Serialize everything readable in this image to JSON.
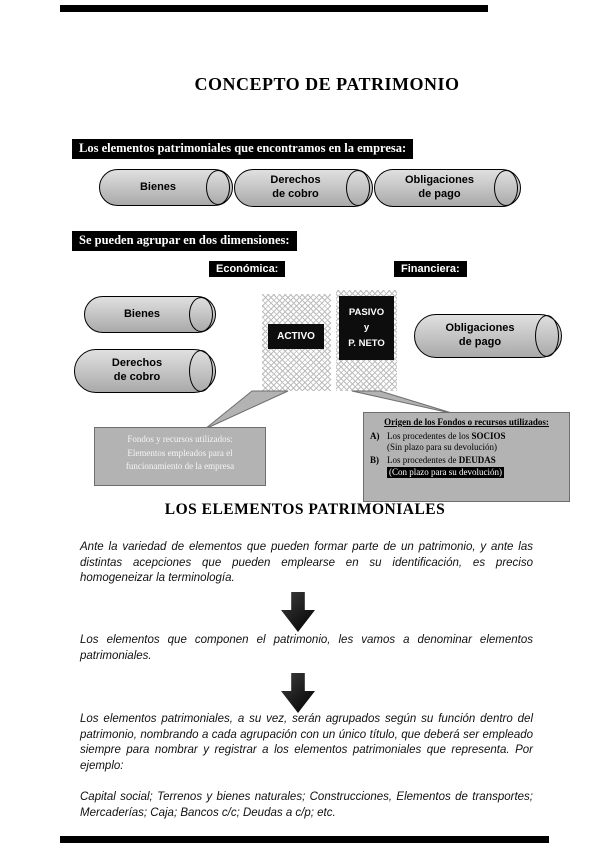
{
  "page": {
    "main_title": "CONCEPTO DE PATRIMONIO",
    "section_title": "LOS ELEMENTOS PATRIMONIALES"
  },
  "banner1": {
    "text": "Los elementos patrimoniales que encontramos en la empresa:"
  },
  "banner2": {
    "text": "Se pueden agrupar en dos dimensiones:"
  },
  "elements_row": {
    "item1": "Bienes",
    "item2": "Derechos\nde cobro",
    "item3": "Obligaciones\nde pago"
  },
  "dimensions": {
    "left_label": "Económica:",
    "right_label": "Financiera:",
    "bienes": "Bienes",
    "derechos": "Derechos\nde cobro",
    "activo": "ACTIVO",
    "pasivo_line1": "PASIVO",
    "pasivo_line2": "y",
    "pasivo_line3": "P. NETO",
    "obligaciones": "Obligaciones\nde pago"
  },
  "callout_left": {
    "line1": "Fondos y recursos utilizados:",
    "line2": "Elementos empleados para el",
    "line3": "funcionamiento de la empresa"
  },
  "callout_right": {
    "title": "Origen de los Fondos o recursos utilizados:",
    "a_label": "A)",
    "a_text": "Los procedentes de los ",
    "a_bold": "SOCIOS",
    "a_note": "(Sin plazo para su devolución)",
    "b_label": "B)",
    "b_text": "Los procedentes de ",
    "b_bold": "DEUDAS",
    "b_note": "(Con plazo para su devolución)"
  },
  "paragraphs": {
    "p1": "Ante la variedad de elementos que pueden formar parte de un patrimonio, y ante las distintas acepciones que pueden emplearse en su identificación, es preciso homogeneizar la terminología.",
    "p2": "Los elementos que componen el patrimonio, les vamos a denominar elementos patrimoniales.",
    "p3": "Los elementos patrimoniales, a su vez, serán agrupados según su función dentro del patrimonio, nombrando a cada agrupación con un único título, que deberá ser empleado siempre para nombrar y registrar a los elementos patrimoniales que representa. Por ejemplo:",
    "p4": "Capital social; Terrenos y bienes naturales; Construcciones, Elementos de transportes; Mercaderías; Caja; Bancos c/c; Deudas a c/p; etc."
  },
  "colors": {
    "banner_bg": "#000000",
    "banner_text": "#ffffff",
    "cylinder_fill": "#c2c2c2",
    "callout_bg": "#b3b3b3",
    "accent_black": "#0d0d0d"
  }
}
